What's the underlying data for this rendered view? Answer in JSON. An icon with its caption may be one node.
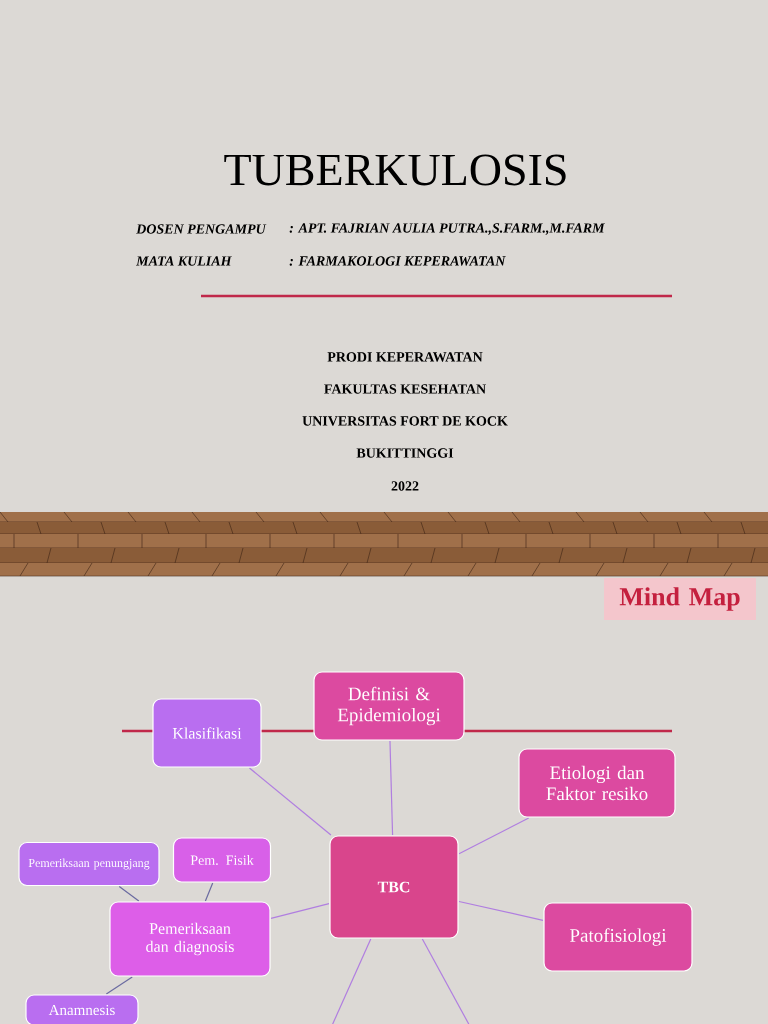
{
  "diagram": {
    "title": "TUBERKULOSIS",
    "nodes": [
      {
        "text": [
          "Mind Map"
        ]
      },
      {
        "text": [
          "Klasifikasi"
        ]
      },
      {
        "text": [
          "Definisi & Epidemiologi"
        ]
      },
      {
        "text": [
          "Etiologi dan Faktor resiko"
        ]
      },
      {
        "text": [
          "Pemeriksaan penungjang"
        ]
      },
      {
        "text": [
          "Pem. Fisik"
        ]
      },
      {
        "text": [
          "TBC"
        ]
      },
      {
        "text": [
          "Pemeriksaan dan diagnosis"
        ]
      },
      {
        "text": [
          "Patofisiologi"
        ]
      },
      {
        "text": [
          "Anamnesis"
        ]
      }
    ],
    "edges": [
      {
        "from": 6,
        "to": 1,
        "arrow": "none"
      },
      {
        "from": 6,
        "to": 2,
        "arrow": "none"
      },
      {
        "from": 6,
        "to": 3,
        "arrow": "none"
      },
      {
        "from": 6,
        "to": 7,
        "arrow": "none"
      },
      {
        "from": 6,
        "to": 8,
        "arrow": "none"
      },
      {
        "from": 6,
        "to": null,
        "arrow": "none"
      },
      {
        "from": 6,
        "to": null,
        "arrow": "none"
      },
      {
        "from": 7,
        "to": 4,
        "arrow": "none",
        "color": "#6a6aa0"
      },
      {
        "from": 7,
        "to": 5,
        "arrow": "none",
        "color": "#6a6aa0"
      },
      {
        "from": 7,
        "to": 9,
        "arrow": "none",
        "color": "#6a6aa0"
      }
    ],
    "labels": [
      "DOSEN PENGAMPU",
      ": APT. FAJRIAN AULIA PUTRA.,S.FARM.,M.FARM",
      "MATA KULIAH",
      ": FARMAKOLOGI KEPERAWATAN",
      "PRODI KEPERAWATAN",
      "FAKULTAS KESEHATAN",
      "UNIVERSITAS FORT DE KOCK",
      "BUKITTINGGI",
      "2022"
    ]
  }
}
